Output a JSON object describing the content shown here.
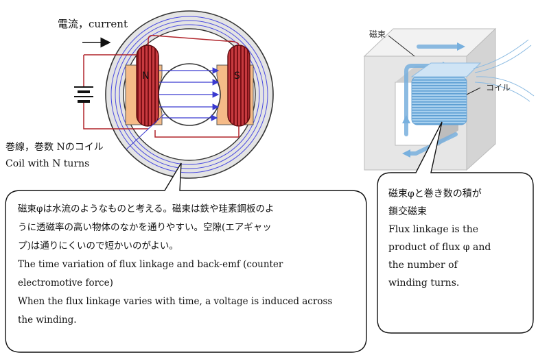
{
  "motor": {
    "current_label": "電流，current",
    "pole_n": "N",
    "pole_s": "S",
    "coil_label_jp": "巻線，巻数 Nのコイル",
    "coil_label_en": "Coil with N turns",
    "colors": {
      "coil": "#b0232a",
      "pole": "#f5bb88",
      "flux": "#3a3ad0",
      "wire": "#b0232a"
    }
  },
  "core": {
    "flux_label": "磁束",
    "coil_label": "コイル",
    "colors": {
      "core": "#e6e6e6",
      "coil": "#9fc8ea",
      "flux_arrow": "#6fa8d8"
    }
  },
  "callout_left": {
    "lines": [
      "磁束φは水流のようなものと考える。磁束は鉄や珪素鋼板のよ",
      "うに透磁率の高い物体のなかを通りやすい。空隙(エアギャッ",
      "プ)は通りにくいので短かいのがよい。",
      "The time variation of flux linkage and back-emf (counter",
      "electromotive force)",
      "When the flux linkage varies with time, a voltage is induced across",
      "the winding."
    ]
  },
  "callout_right": {
    "lines": [
      "磁束φと巻き数の積が",
      "鎖交磁束",
      "Flux linkage is the",
      "product of flux φ and",
      "the number of",
      "winding turns."
    ]
  }
}
